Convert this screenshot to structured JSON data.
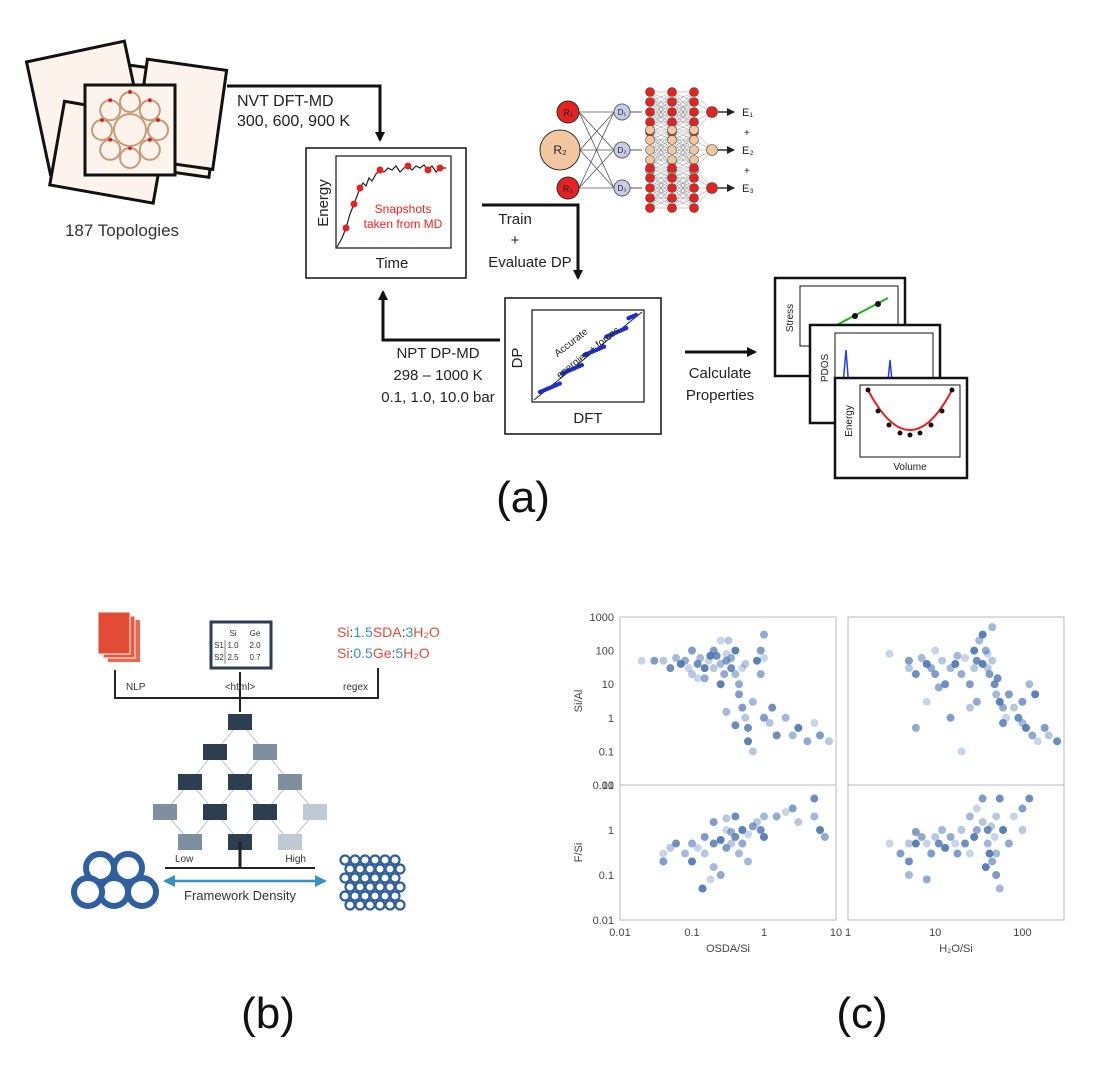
{
  "panel_a": {
    "label": "(a)",
    "topologies_label": "187 Topologies",
    "nvt_line1": "NVT DFT-MD",
    "nvt_line2": "300, 600, 900 K",
    "energy_axis": "Energy",
    "time_axis": "Time",
    "snapshots_line1": "Snapshots",
    "snapshots_line2": "taken from MD",
    "train_line1": "Train",
    "train_line2": "+",
    "train_line3": "Evaluate DP",
    "npt_line1": "NPT DP-MD",
    "npt_line2": "298 – 1000 K",
    "npt_line3": "0.1, 1.0, 10.0 bar",
    "dp_axis": "DP",
    "dft_axis": "DFT",
    "accurate_line1": "Accurate",
    "accurate_line2": "energies + forces",
    "calc_line1": "Calculate",
    "calc_line2": "Properties",
    "nn_atom_labels": [
      "R₁",
      "R₂",
      "R₃"
    ],
    "nn_descriptor_labels": [
      "D₁",
      "D₂",
      "D₃"
    ],
    "nn_output_labels": [
      "E₁",
      "E₂",
      "E₃"
    ],
    "nn_plus": "+",
    "stress_axis": "Stress",
    "pdos_axis": "PDOS",
    "energy2_axis": "Energy",
    "volume_axis": "Volume"
  },
  "panel_b": {
    "label": "(b)",
    "table_header": [
      "Si",
      "Ge"
    ],
    "table_rows": [
      [
        "S1",
        "1.0",
        "2.0"
      ],
      [
        "S2",
        "2.5",
        "0.7"
      ]
    ],
    "formula1": [
      {
        "t": "Si",
        "c": "#d94e3c"
      },
      {
        "t": ":",
        "c": "#333333"
      },
      {
        "t": "1.5",
        "c": "#3a8fc4"
      },
      {
        "t": "SDA",
        "c": "#d94e3c"
      },
      {
        "t": ":",
        "c": "#333333"
      },
      {
        "t": "3",
        "c": "#3a8fc4"
      },
      {
        "t": "H₂O",
        "c": "#d94e3c"
      }
    ],
    "formula2": [
      {
        "t": "Si",
        "c": "#d94e3c"
      },
      {
        "t": ":",
        "c": "#333333"
      },
      {
        "t": "0.5",
        "c": "#3a8fc4"
      },
      {
        "t": "Ge",
        "c": "#d94e3c"
      },
      {
        "t": ":",
        "c": "#333333"
      },
      {
        "t": "5",
        "c": "#3a8fc4"
      },
      {
        "t": "H₂O",
        "c": "#d94e3c"
      }
    ],
    "nlp_label": "NLP",
    "html_label": "<html>",
    "regex_label": "regex",
    "low_label": "Low",
    "high_label": "High",
    "framework_density_label": "Framework Density"
  },
  "panel_c": {
    "label": "(c)"
  },
  "chart_data": [
    {
      "type": "scatter",
      "id": "top-left",
      "xlabel": "",
      "ylabel": "Si/Al",
      "xscale": "log",
      "yscale": "log",
      "xlim": [
        0.01,
        10
      ],
      "ylim": [
        0.01,
        1000
      ],
      "marker_color": "#4a72b0",
      "points": [
        [
          0.02,
          50
        ],
        [
          0.03,
          50
        ],
        [
          0.04,
          50
        ],
        [
          0.05,
          30
        ],
        [
          0.06,
          60
        ],
        [
          0.07,
          40
        ],
        [
          0.08,
          50
        ],
        [
          0.09,
          30
        ],
        [
          0.1,
          100
        ],
        [
          0.1,
          20
        ],
        [
          0.12,
          40
        ],
        [
          0.13,
          60
        ],
        [
          0.15,
          30
        ],
        [
          0.15,
          15
        ],
        [
          0.17,
          50
        ],
        [
          0.2,
          100
        ],
        [
          0.2,
          30
        ],
        [
          0.22,
          70
        ],
        [
          0.25,
          40
        ],
        [
          0.25,
          10
        ],
        [
          0.28,
          20
        ],
        [
          0.3,
          80
        ],
        [
          0.3,
          50
        ],
        [
          0.32,
          200
        ],
        [
          0.35,
          30
        ],
        [
          0.4,
          20
        ],
        [
          0.4,
          100
        ],
        [
          0.45,
          10
        ],
        [
          0.5,
          30
        ],
        [
          0.5,
          2
        ],
        [
          0.55,
          1
        ],
        [
          0.6,
          0.5
        ],
        [
          0.7,
          3
        ],
        [
          0.8,
          50
        ],
        [
          0.9,
          20
        ],
        [
          1,
          60
        ],
        [
          1,
          1
        ],
        [
          1.2,
          0.7
        ],
        [
          1.5,
          0.3
        ],
        [
          2,
          1
        ],
        [
          3,
          0.5
        ],
        [
          4,
          0.2
        ],
        [
          5,
          0.7
        ],
        [
          6,
          0.3
        ],
        [
          8,
          0.2
        ],
        [
          0.4,
          0.6
        ],
        [
          0.3,
          1.5
        ],
        [
          0.6,
          0.2
        ],
        [
          1,
          300
        ],
        [
          0.25,
          200
        ],
        [
          0.45,
          5
        ],
        [
          0.7,
          0.1
        ],
        [
          1.3,
          2
        ],
        [
          2.5,
          0.3
        ],
        [
          0.18,
          70
        ],
        [
          0.35,
          60
        ],
        [
          0.12,
          15
        ],
        [
          0.9,
          100
        ],
        [
          0.55,
          40
        ]
      ]
    },
    {
      "type": "scatter",
      "id": "top-right",
      "xlabel": "",
      "ylabel": "",
      "xscale": "log",
      "yscale": "log",
      "xlim": [
        1,
        300
      ],
      "ylim": [
        0.01,
        1000
      ],
      "marker_color": "#4a72b0",
      "points": [
        [
          3,
          80
        ],
        [
          5,
          50
        ],
        [
          5,
          30
        ],
        [
          6,
          20
        ],
        [
          7,
          60
        ],
        [
          8,
          40
        ],
        [
          9,
          30
        ],
        [
          10,
          100
        ],
        [
          10,
          20
        ],
        [
          12,
          50
        ],
        [
          13,
          10
        ],
        [
          15,
          30
        ],
        [
          17,
          40
        ],
        [
          20,
          20
        ],
        [
          22,
          60
        ],
        [
          25,
          10
        ],
        [
          28,
          30
        ],
        [
          30,
          50
        ],
        [
          32,
          200
        ],
        [
          35,
          40
        ],
        [
          38,
          100
        ],
        [
          40,
          80
        ],
        [
          42,
          20
        ],
        [
          45,
          50
        ],
        [
          48,
          10
        ],
        [
          50,
          5
        ],
        [
          55,
          3
        ],
        [
          60,
          2
        ],
        [
          65,
          1
        ],
        [
          70,
          5
        ],
        [
          80,
          2
        ],
        [
          90,
          1
        ],
        [
          100,
          0.7
        ],
        [
          110,
          0.5
        ],
        [
          130,
          0.3
        ],
        [
          150,
          0.2
        ],
        [
          180,
          0.5
        ],
        [
          200,
          0.3
        ],
        [
          250,
          0.2
        ],
        [
          45,
          500
        ],
        [
          35,
          300
        ],
        [
          6,
          0.5
        ],
        [
          8,
          3
        ],
        [
          15,
          1
        ],
        [
          25,
          2
        ],
        [
          60,
          0.7
        ],
        [
          120,
          10
        ],
        [
          140,
          5
        ],
        [
          30,
          3
        ],
        [
          20,
          0.1
        ],
        [
          100,
          3
        ],
        [
          40,
          30
        ],
        [
          52,
          15
        ],
        [
          18,
          70
        ],
        [
          28,
          100
        ],
        [
          11,
          8
        ]
      ]
    },
    {
      "type": "scatter",
      "id": "bottom-left",
      "xlabel": "OSDA/Si",
      "ylabel": "F/Si",
      "xscale": "log",
      "yscale": "log",
      "xlim": [
        0.01,
        10
      ],
      "ylim": [
        0.01,
        10
      ],
      "marker_color": "#4a72b0",
      "points": [
        [
          0.04,
          0.3
        ],
        [
          0.04,
          0.2
        ],
        [
          0.05,
          0.4
        ],
        [
          0.06,
          0.5
        ],
        [
          0.08,
          0.3
        ],
        [
          0.1,
          0.2
        ],
        [
          0.1,
          0.5
        ],
        [
          0.12,
          0.4
        ],
        [
          0.15,
          0.7
        ],
        [
          0.15,
          0.3
        ],
        [
          0.2,
          0.5
        ],
        [
          0.2,
          0.15
        ],
        [
          0.25,
          0.6
        ],
        [
          0.25,
          0.1
        ],
        [
          0.3,
          1
        ],
        [
          0.3,
          0.4
        ],
        [
          0.35,
          0.5
        ],
        [
          0.4,
          0.7
        ],
        [
          0.45,
          0.3
        ],
        [
          0.5,
          1
        ],
        [
          0.5,
          0.5
        ],
        [
          0.6,
          0.8
        ],
        [
          0.7,
          1.2
        ],
        [
          0.8,
          1.5
        ],
        [
          0.9,
          1
        ],
        [
          1,
          2
        ],
        [
          1,
          0.7
        ],
        [
          1.5,
          2
        ],
        [
          2,
          2.5
        ],
        [
          2.5,
          3
        ],
        [
          3,
          1.5
        ],
        [
          5,
          5
        ],
        [
          5,
          2
        ],
        [
          6,
          1
        ],
        [
          7,
          0.7
        ],
        [
          0.18,
          0.08
        ],
        [
          0.2,
          1.5
        ],
        [
          0.3,
          1.8
        ],
        [
          0.4,
          2
        ],
        [
          0.6,
          0.2
        ],
        [
          0.14,
          0.05
        ],
        [
          0.35,
          0.9
        ]
      ]
    },
    {
      "type": "scatter",
      "id": "bottom-right",
      "xlabel": "H₂O/Si",
      "ylabel": "",
      "xscale": "log",
      "yscale": "log",
      "xlim": [
        1,
        300
      ],
      "ylim": [
        0.01,
        10
      ],
      "marker_color": "#4a72b0",
      "points": [
        [
          3,
          0.5
        ],
        [
          4,
          0.3
        ],
        [
          5,
          0.5
        ],
        [
          5,
          0.2
        ],
        [
          5,
          0.1
        ],
        [
          6,
          0.5
        ],
        [
          7,
          0.7
        ],
        [
          8,
          0.5
        ],
        [
          9,
          0.3
        ],
        [
          10,
          0.7
        ],
        [
          11,
          0.5
        ],
        [
          12,
          1
        ],
        [
          13,
          0.4
        ],
        [
          15,
          0.7
        ],
        [
          17,
          0.5
        ],
        [
          18,
          0.3
        ],
        [
          20,
          1
        ],
        [
          22,
          0.5
        ],
        [
          25,
          2
        ],
        [
          28,
          0.7
        ],
        [
          30,
          1
        ],
        [
          30,
          3
        ],
        [
          35,
          5
        ],
        [
          35,
          1.5
        ],
        [
          40,
          1
        ],
        [
          40,
          0.5
        ],
        [
          42,
          0.3
        ],
        [
          45,
          0.2
        ],
        [
          48,
          0.7
        ],
        [
          50,
          0.1
        ],
        [
          50,
          2
        ],
        [
          55,
          5
        ],
        [
          55,
          0.05
        ],
        [
          60,
          1
        ],
        [
          70,
          0.5
        ],
        [
          80,
          2
        ],
        [
          100,
          3
        ],
        [
          100,
          1
        ],
        [
          120,
          5
        ],
        [
          50,
          0.3
        ],
        [
          38,
          0.15
        ],
        [
          8,
          0.08
        ],
        [
          25,
          0.3
        ],
        [
          6,
          0.9
        ],
        [
          44,
          1.2
        ]
      ]
    }
  ]
}
